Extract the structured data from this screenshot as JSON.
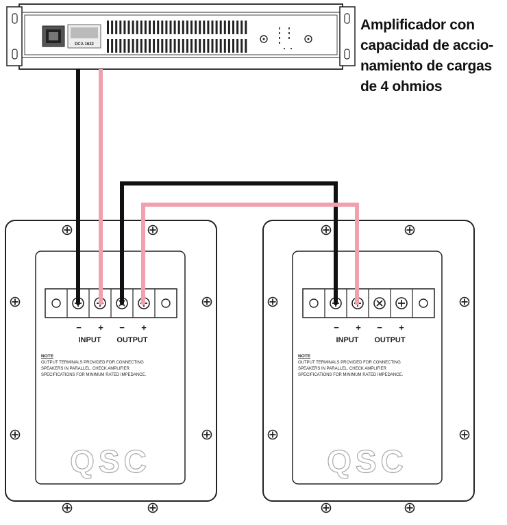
{
  "caption": {
    "lines": [
      "Amplificador con",
      "capacidad de accio-",
      "namiento de cargas",
      "de 4 ohmios"
    ]
  },
  "amplifier": {
    "model": "DCA 1622"
  },
  "speakers": [
    {
      "terminal_polarity": [
        "−",
        "+",
        "−",
        "+"
      ],
      "input_label": "INPUT",
      "output_label": "OUTPUT",
      "note_title": "NOTE",
      "note_lines": [
        "OUTPUT TERMINALS PROVIDED FOR CONNECTING",
        "SPEAKERS IN PARALLEL.  CHECK AMPLIFIER",
        "SPECIFICATIONS FOR MINIMUM RATED IMPEDANCE."
      ],
      "logo": "QSC"
    },
    {
      "terminal_polarity": [
        "−",
        "+",
        "−",
        "+"
      ],
      "input_label": "INPUT",
      "output_label": "OUTPUT",
      "note_title": "NOTE",
      "note_lines": [
        "OUTPUT TERMINALS PROVIDED FOR CONNECTING",
        "SPEAKERS IN PARALLEL.  CHECK AMPLIFIER",
        "SPECIFICATIONS FOR MINIMUM RATED IMPEDANCE."
      ],
      "logo": "QSC"
    }
  ],
  "colors": {
    "negative_wire": "#111111",
    "positive_wire": "#f0a0ae",
    "line": "#222222"
  }
}
